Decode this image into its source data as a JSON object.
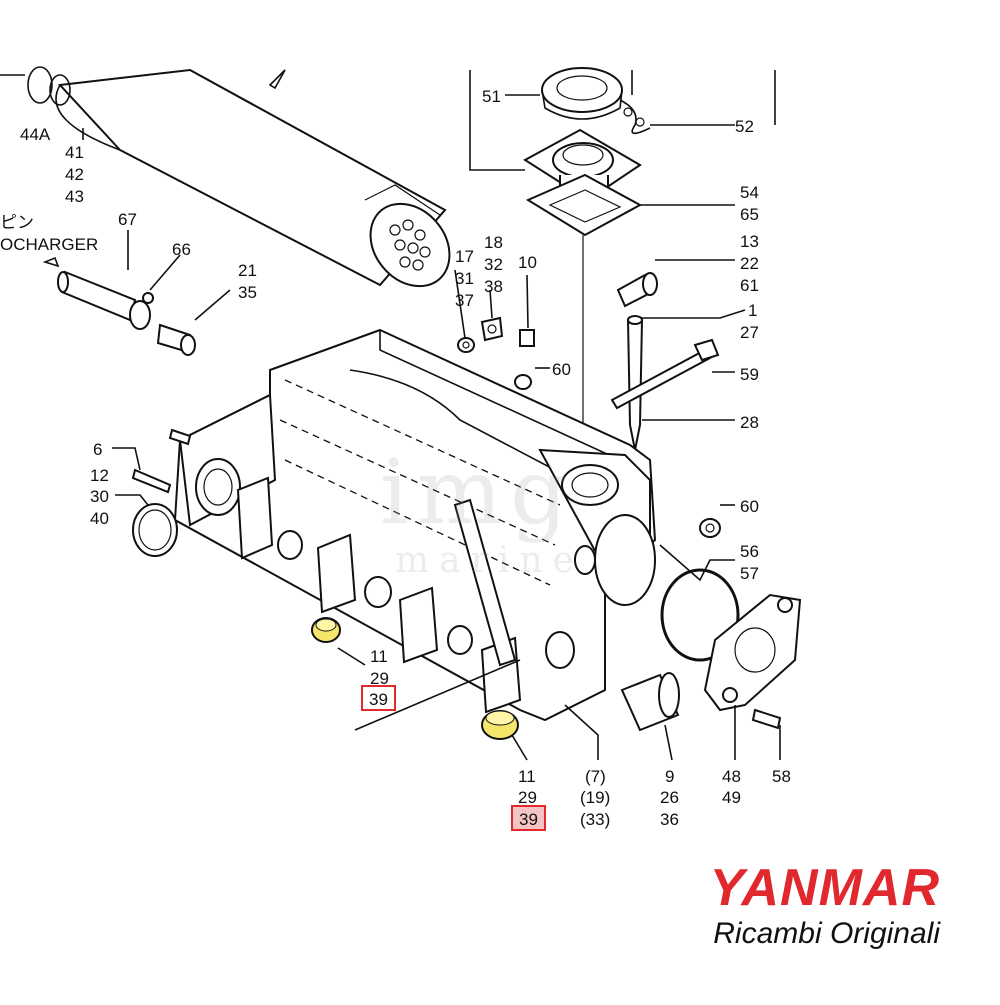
{
  "watermark": {
    "main": "img",
    "sub": "marine"
  },
  "brand": {
    "name": "YANMAR",
    "subtitle": "Ricambi Originali",
    "color": "#e0282e"
  },
  "highlight_color": "#f5e56b",
  "labels": {
    "l44a": "44A",
    "l41": "41",
    "l42": "42",
    "l43": "43",
    "lpin": "ピン",
    "lturbo": "OCHARGER",
    "l67": "67",
    "l66": "66",
    "l21": "21",
    "l35": "35",
    "l17": "17",
    "l31": "31",
    "l37": "37",
    "l18": "18",
    "l32": "32",
    "l38": "38",
    "l10": "10",
    "l51": "51",
    "l52": "52",
    "l54": "54",
    "l65": "65",
    "l13": "13",
    "l22": "22",
    "l61": "61",
    "l1": "1",
    "l27": "27",
    "l59": "59",
    "l28": "28",
    "l60a": "60",
    "l60b": "60",
    "l56": "56",
    "l57": "57",
    "l6": "6",
    "l12": "12",
    "l30": "30",
    "l40": "40",
    "l11a": "11",
    "l29a": "29",
    "l39a": "39",
    "l11b": "11",
    "l29b": "29",
    "l39b": "39",
    "l7": "(7)",
    "l19": "(19)",
    "l33": "(33)",
    "l9": "9",
    "l26": "26",
    "l36": "36",
    "l48": "48",
    "l49": "49",
    "l58": "58"
  }
}
